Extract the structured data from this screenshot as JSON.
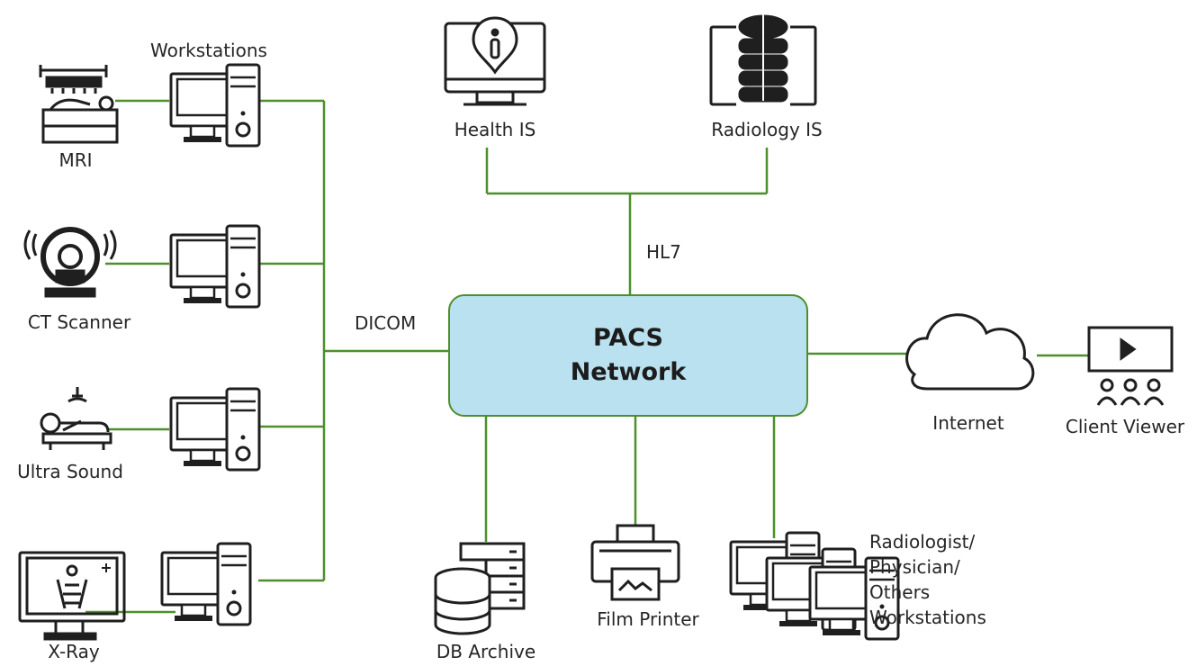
{
  "pacs": {
    "line1": "PACS",
    "line2": "Network"
  },
  "labels": {
    "workstations": "Workstations",
    "mri": "MRI",
    "ct_scanner": "CT Scanner",
    "ultra_sound": "Ultra Sound",
    "xray": "X-Ray",
    "dicom": "DICOM",
    "hl7": "HL7",
    "health_is": "Health IS",
    "radiology_is": "Radiology IS",
    "internet": "Internet",
    "client_viewer": "Client Viewer",
    "db_archive": "DB Archive",
    "film_printer": "Film Printer",
    "radiologist": [
      "Radiologist/",
      "Physician/",
      "Others",
      "Workstations"
    ]
  },
  "colors": {
    "connector": "#4e8f2c",
    "pacs_fill": "#b9e1f0",
    "icon_stroke": "#1f1f1f"
  }
}
